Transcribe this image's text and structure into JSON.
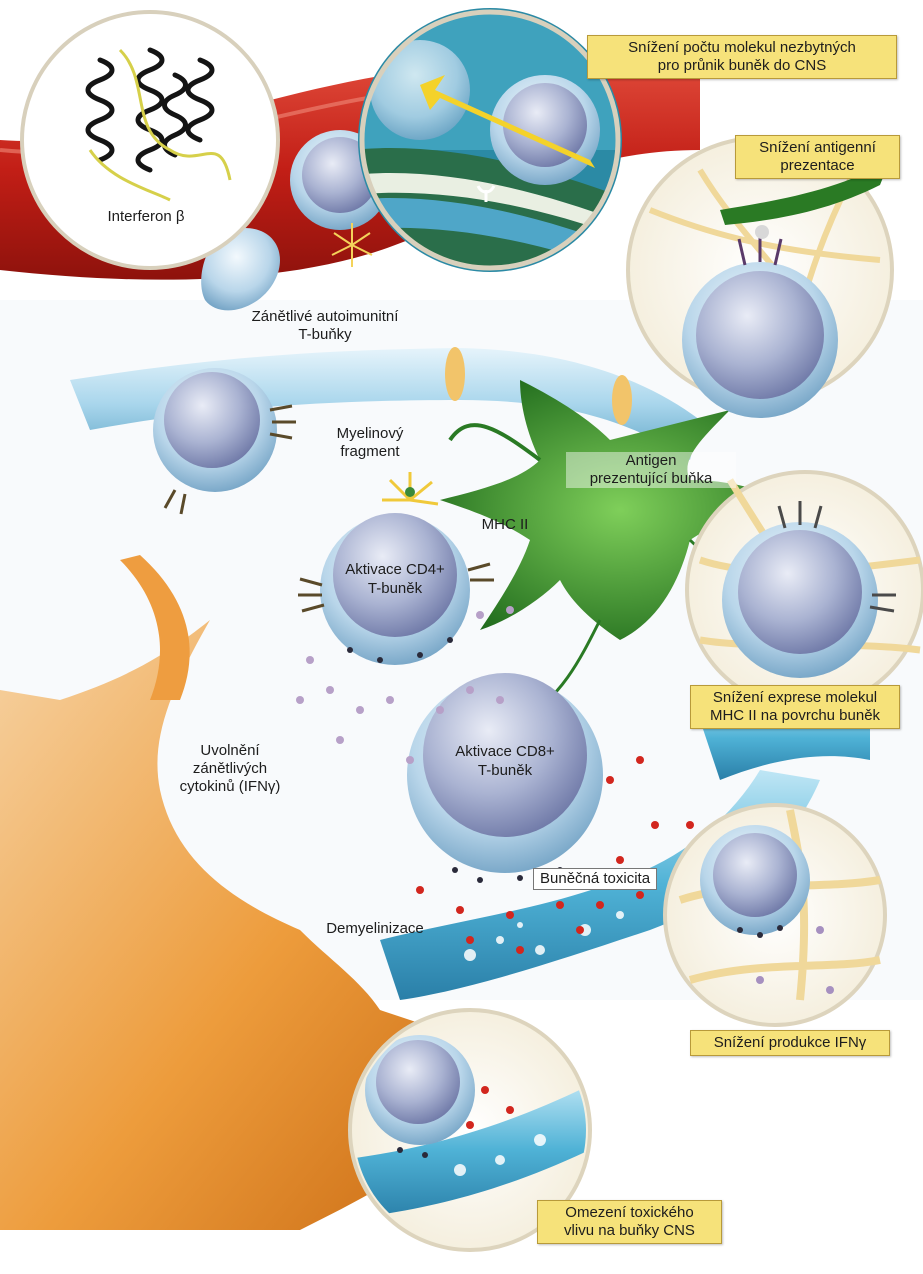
{
  "labels": {
    "interferon": "Interferon β",
    "autoimmune_line1": "Zánětlivé autoimunitní",
    "autoimmune_line2": "T-buňky",
    "myelin_line1": "Myelinový",
    "myelin_line2": "fragment",
    "mhc": "MHC II",
    "antigen_line1": "Antigen",
    "antigen_line2": "prezentující buňka",
    "cd4_line1": "Aktivace CD4+",
    "cd4_line2": "T-buněk",
    "cd8_line1": "Aktivace CD8+",
    "cd8_line2": "T-buněk",
    "cytokines_line1": "Uvolnění",
    "cytokines_line2": "zánětlivých",
    "cytokines_line3": "cytokinů (IFNγ)",
    "toxicity": "Buněčná toxicita",
    "demyelination": "Demyelinizace"
  },
  "callouts": {
    "entry_line1": "Snížení počtu molekul nezbytných",
    "entry_line2": "pro průnik buněk do CNS",
    "antigen_pres_line1": "Snížení antigenní",
    "antigen_pres_line2": "prezentace",
    "mhc_expr_line1": "Snížení exprese molekul",
    "mhc_expr_line2": "MHC II na povrchu buněk",
    "ifn_prod": "Snížení produkce IFNγ",
    "toxic_line1": "Omezení toxického",
    "toxic_line2": "vlivu na buňky CNS"
  },
  "colors": {
    "callout_fill": "#f6e27a",
    "vessel_red": "#c8261d",
    "nerve_cell_orange": "#e58a2a",
    "antigen_cell_green": "#2f8a2a",
    "t_cell_blue": "#b8d3e6",
    "myelin_blue": "#57b8d8"
  }
}
